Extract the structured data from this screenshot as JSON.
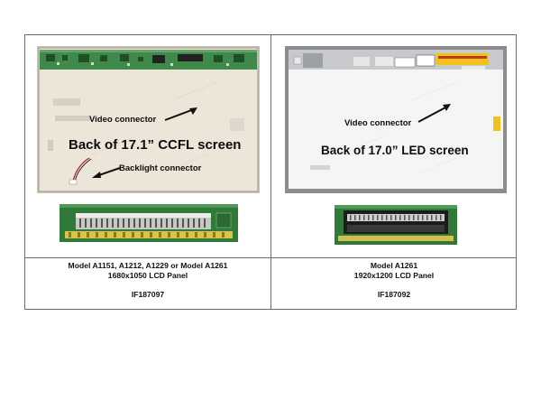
{
  "left": {
    "photo_title": "Back of 17.1” CCFL screen",
    "video_connector_label": "Video connector",
    "backlight_connector_label": "Backlight connector",
    "caption_line1": "Model A1151, A1212, A1229 or Model A1261",
    "caption_line2": "1680x1050 LCD Panel",
    "part_number": "IF187097"
  },
  "right": {
    "photo_title": "Back of 17.0” LED screen",
    "video_connector_label": "Video connector",
    "caption_line1": "Model A1261",
    "caption_line2": "1920x1200 LCD Panel",
    "part_number": "IF187092"
  },
  "colors": {
    "border": "#6a6a6a",
    "pcb_green": "#2f7a39",
    "panel_beige": "#ece6d8",
    "panel_white": "#f5f5f3",
    "frame_gray": "#8a8c8f",
    "warning_yellow": "#f2c21a"
  }
}
